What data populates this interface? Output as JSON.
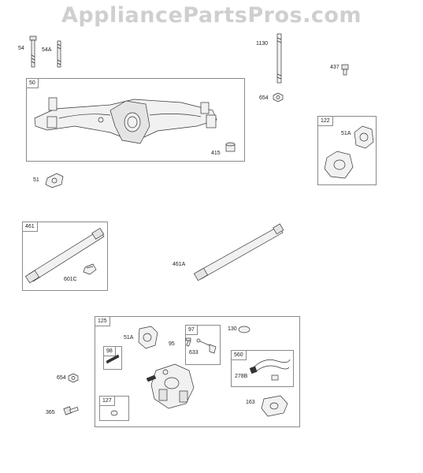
{
  "watermark": "AppliancePartsPros.com",
  "callouts": {
    "p54": "54",
    "p54a": "54A",
    "p1130": "1130",
    "p437": "437",
    "p654_top": "654",
    "p415": "415",
    "p51": "51",
    "p51a_box122": "51A",
    "p461a": "461A",
    "p601c": "601C",
    "p51a_box125": "51A",
    "p95": "95",
    "p633": "633",
    "p130": "130",
    "p278b": "278B",
    "p163": "163",
    "p654_bottom": "654",
    "p365": "365"
  },
  "boxes": {
    "b50": "50",
    "b122": "122",
    "b461": "461",
    "b125": "125",
    "b97": "97",
    "b98": "98",
    "b560": "560",
    "b127": "127"
  }
}
